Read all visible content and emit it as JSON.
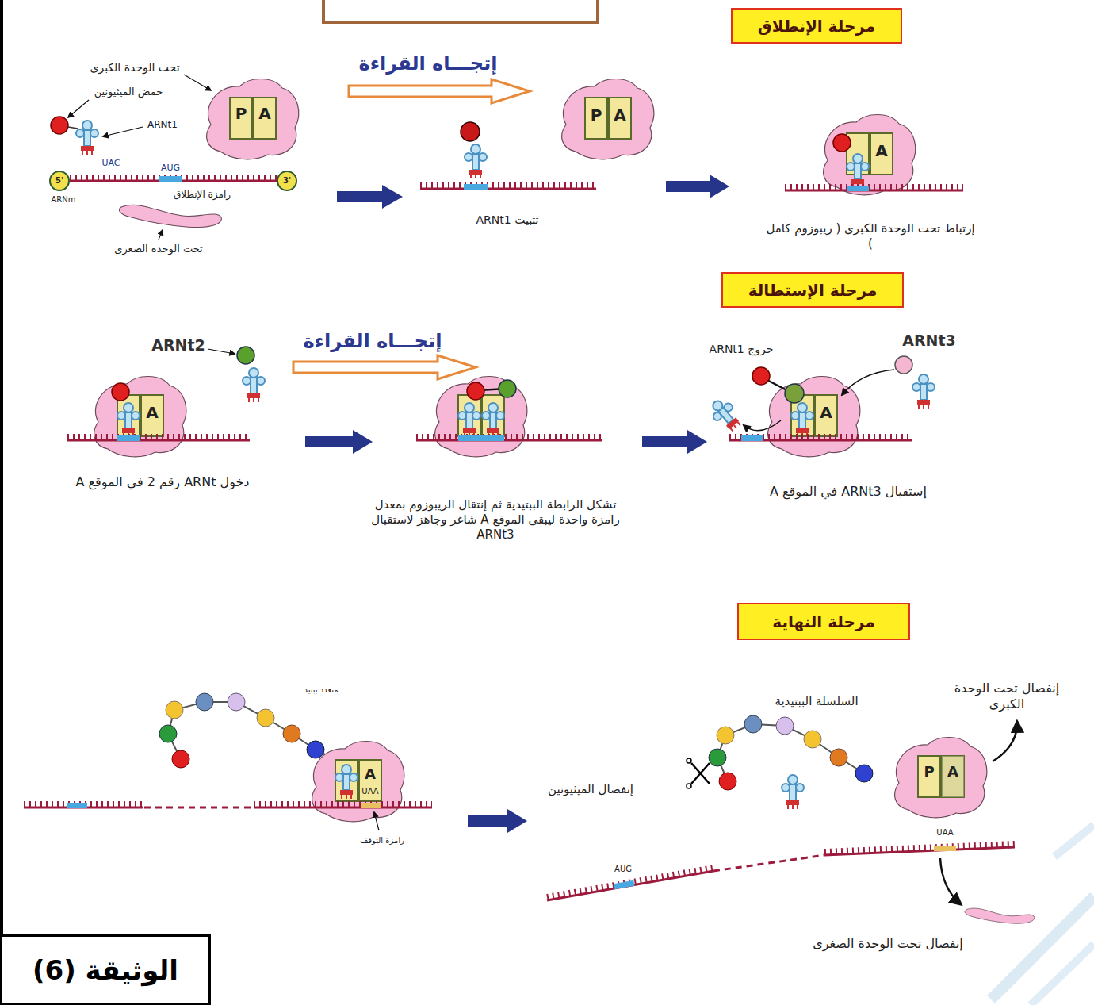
{
  "diagram": {
    "nodes": [
      {
        "text": [
          "مرحلة الإنطلاق"
        ]
      },
      {
        "text": [
          "مرحلة الإستطالة"
        ]
      },
      {
        "text": [
          "مرحلة النهاية"
        ]
      },
      {
        "text": [
          "الوثيقة (6)"
        ]
      }
    ],
    "labels": [
      "تحت الوحدة الكبرى",
      "حمض الميثيونين",
      "ARNt1",
      "UAC",
      "AUG",
      "5'",
      "3'",
      "ARNm",
      "رامزة الإنطلاق",
      "تحت الوحدة الصغرى",
      "P",
      "A",
      "إتجـــاه القراءة",
      "P",
      "A",
      "تثبيت ARNt1",
      "A",
      "إرتباط تحت الوحدة الكبرى ( ريبوزوم كامل )",
      "ARNt2",
      "إتجـــاه القراءة",
      "A",
      "دخول ARNt رقم 2 في الموقع A",
      "تشكل الرابطة الببتيدية ثم إنتقال الريبوزوم بمعدل رامزة واحدة ليبقى الموقع A شاغر وجاهز لاستقبال ARNt3",
      "خروج ARNt1",
      "ARNt3",
      "A",
      "إستقبال ARNt3 في الموقع A",
      "متعدد ببتيد",
      "A",
      "UAA",
      "رامزة التوقف",
      "إنفصال الميثيونين",
      "السلسلة الببتيدية",
      "إنفصال تحت الوحدة الكبرى",
      "P",
      "A",
      "UAA",
      "AUG",
      "إنفصال تحت الوحدة الصغرى"
    ]
  }
}
